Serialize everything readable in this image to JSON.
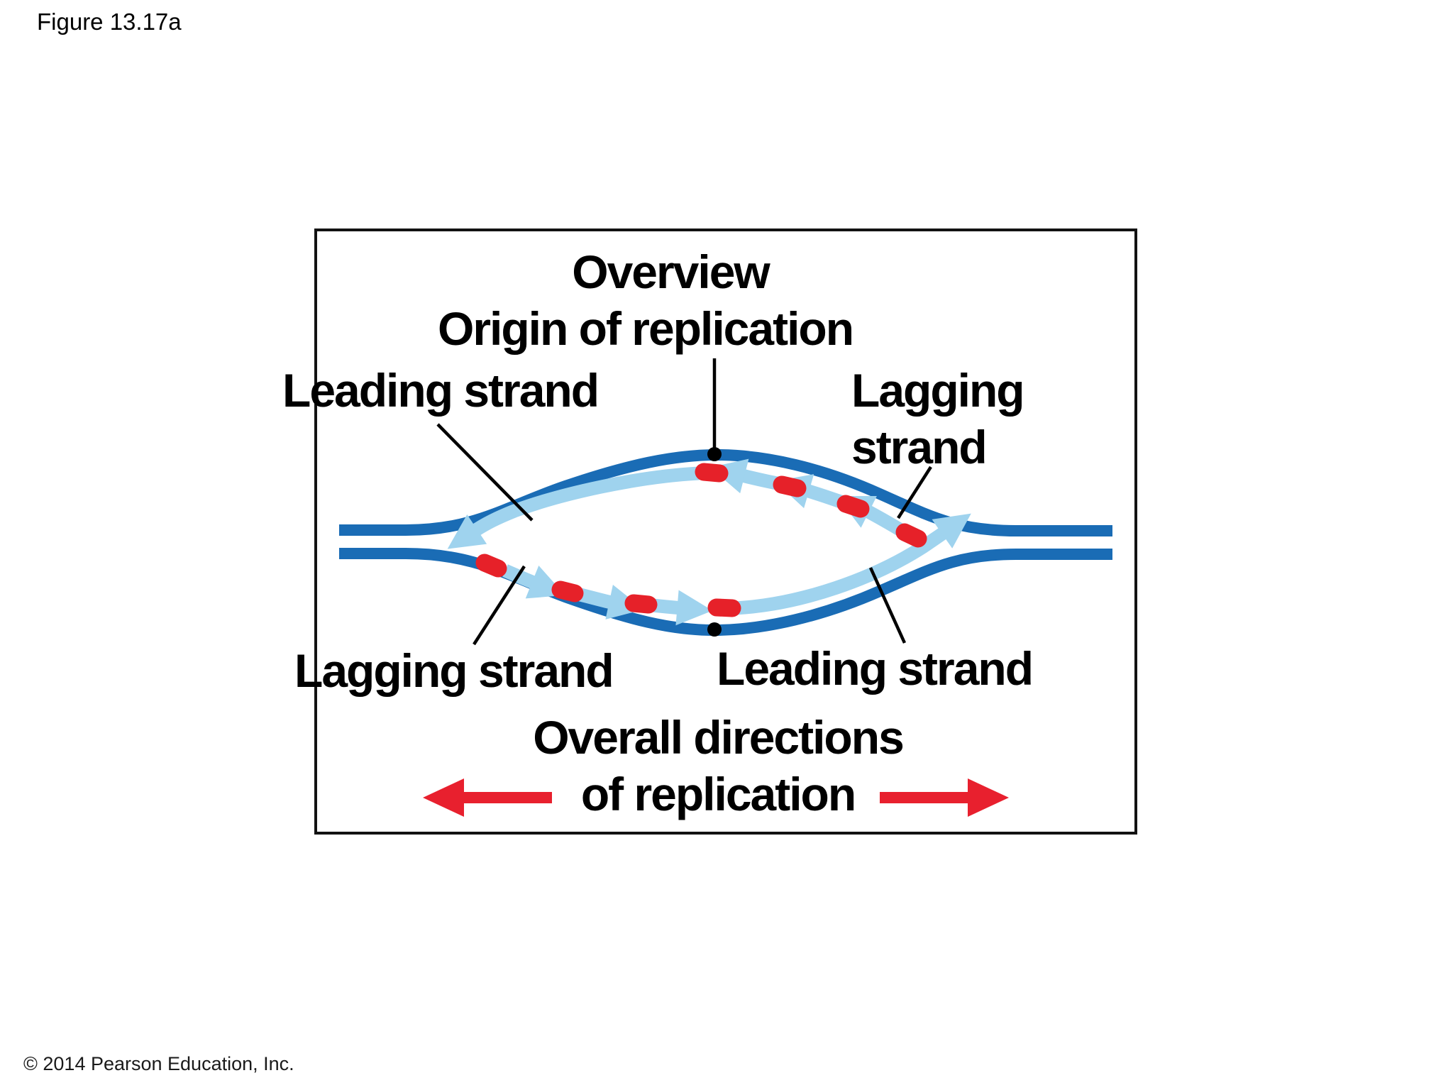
{
  "figure": {
    "label": "Figure 13.17a",
    "copyright": "© 2014 Pearson Education, Inc."
  },
  "diagram": {
    "title": "Overview",
    "labels": {
      "origin": "Origin of replication",
      "leading_top": "Leading strand",
      "lagging_right": "Lagging\nstrand",
      "lagging_bottom": "Lagging strand",
      "leading_bottom": "Leading strand",
      "overall_directions": "Overall directions\nof replication"
    },
    "legend": {
      "parental_strand_color": "#1a6cb5",
      "new_strand_color": "#9fd3ee",
      "primer_color": "#e62129",
      "direction_arrow_color": "#e8202e",
      "origin_marker_color": "#000000"
    }
  }
}
